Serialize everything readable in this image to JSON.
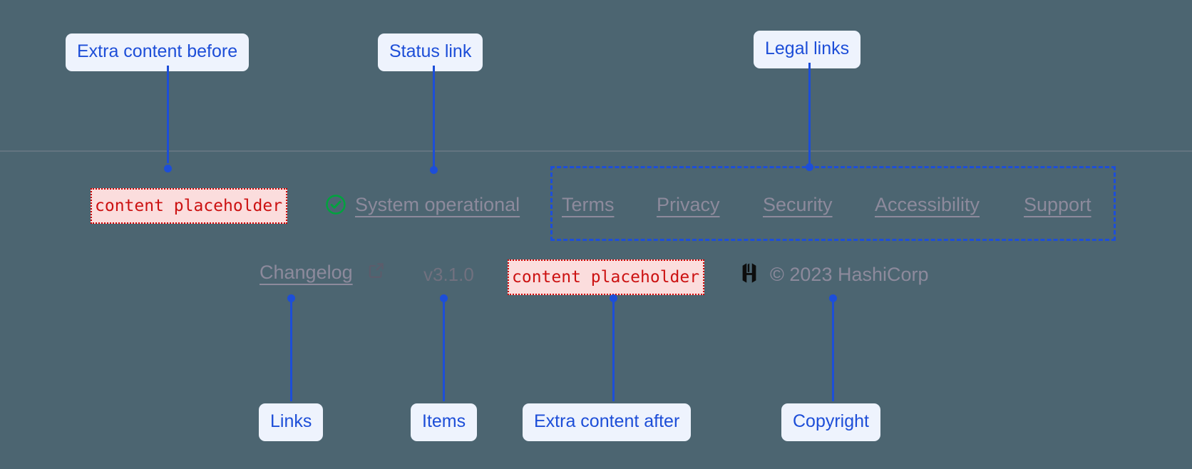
{
  "page": {
    "background_color": "#4c6571",
    "annotation_color": "#1d4ed8",
    "placeholder_color": "#cc1111"
  },
  "annotations": [
    {
      "id": "extra-before",
      "label": "Extra content before"
    },
    {
      "id": "status-link",
      "label": "Status link"
    },
    {
      "id": "legal-links",
      "label": "Legal links"
    },
    {
      "id": "links",
      "label": "Links"
    },
    {
      "id": "items",
      "label": "Items"
    },
    {
      "id": "extra-after",
      "label": "Extra content after"
    },
    {
      "id": "copyright",
      "label": "Copyright"
    }
  ],
  "footer": {
    "placeholder_before": "content placeholder",
    "placeholder_after": "content placeholder",
    "status": {
      "icon": "check-circle-icon",
      "label": "System operational"
    },
    "legal_links": [
      {
        "label": "Terms"
      },
      {
        "label": "Privacy"
      },
      {
        "label": "Security"
      },
      {
        "label": "Accessibility"
      },
      {
        "label": "Support"
      }
    ],
    "changelog": {
      "label": "Changelog",
      "icon": "external-link-icon"
    },
    "version": "v3.1.0",
    "brand": {
      "icon": "hashicorp-logo-icon",
      "copyright": "© 2023 HashiCorp"
    }
  }
}
